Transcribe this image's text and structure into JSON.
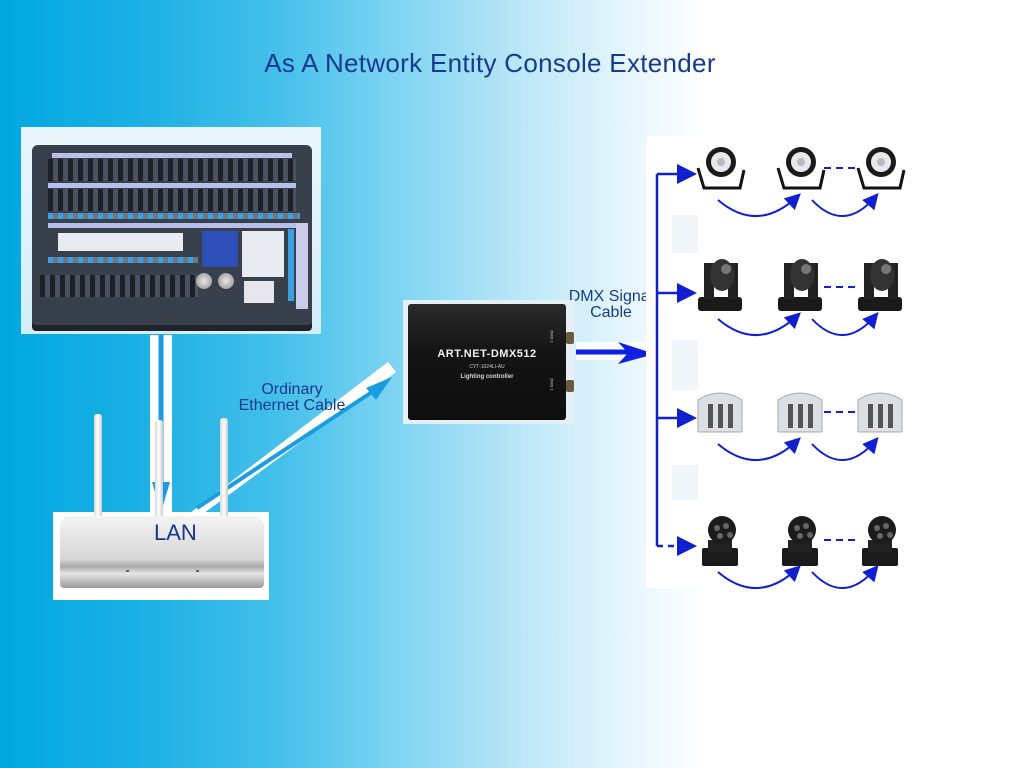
{
  "title": "As A Network Entity Console Extender",
  "colors": {
    "background_left": "#00a8e0",
    "background_right": "#ffffff",
    "title_text": "#163a8c",
    "ethernet_arrow": "#1a9de0",
    "dmx_line": "#1020d0"
  },
  "devices": {
    "console": {
      "name": "lighting-console"
    },
    "router": {
      "name": "router",
      "port_label": "LAN"
    },
    "converter": {
      "brand_text": "ART.NET-DMX512",
      "model_text": "CYT-1024LI-AU",
      "subtitle_text": "Lighting controller",
      "port_labels": [
        "DMX 2",
        "DMX 1"
      ]
    }
  },
  "connections": {
    "ethernet_label_line1": "Ordinary",
    "ethernet_label_line2": "Ethernet Cable",
    "dmx_label_line1": "DMX Signal",
    "dmx_label_line2": "Cable"
  },
  "fixture_rows": [
    {
      "type": "LED PAR can",
      "count_shown": 3
    },
    {
      "type": "Beam moving head",
      "count_shown": 3
    },
    {
      "type": "LED derby effect",
      "count_shown": 3
    },
    {
      "type": "Mini LED moving head",
      "count_shown": 3
    }
  ]
}
